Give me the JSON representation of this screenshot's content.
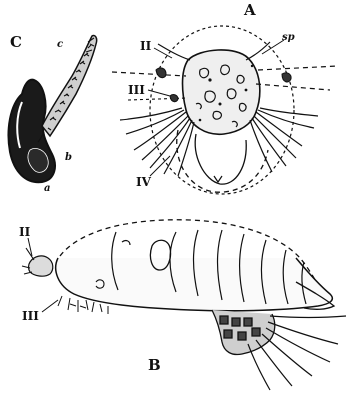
{
  "figure": {
    "panel_labels": {
      "a": "A",
      "b": "B",
      "c": "C"
    },
    "panel_a_labels": {
      "sp": "sp",
      "ii": "II",
      "iii": "III",
      "iv": "IV"
    },
    "panel_b_labels": {
      "ii": "II",
      "iii": "III"
    },
    "panel_c_labels": {
      "a": "a",
      "b": "b",
      "c": "c"
    }
  }
}
